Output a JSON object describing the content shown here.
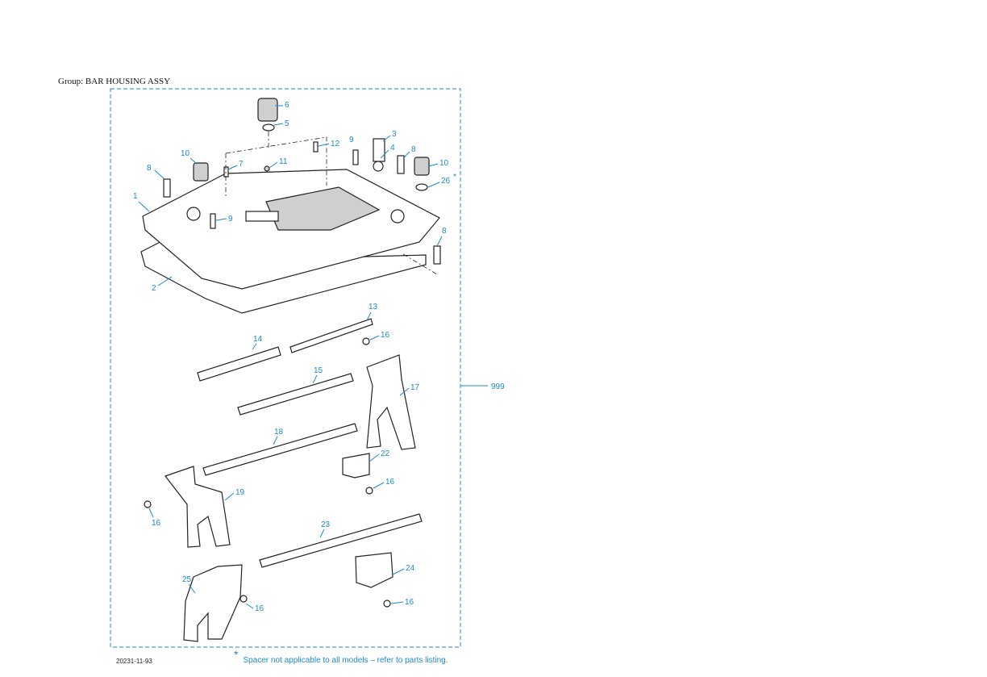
{
  "group_label": "Group: BAR HOUSING ASSY",
  "doc_id": "20231-11-93",
  "footnote": {
    "marker": "*",
    "text": "Spacer not applicable to all models – refer to parts listing."
  },
  "assembly_callout": "999",
  "callouts": {
    "c1": "1",
    "c2": "2",
    "c3": "3",
    "c4": "4",
    "c5": "5",
    "c6": "6",
    "c7": "7",
    "c8a": "8",
    "c8b": "8",
    "c8c": "8",
    "c9a": "9",
    "c9b": "9",
    "c10a": "10",
    "c10b": "10",
    "c11": "11",
    "c12": "12",
    "c13": "13",
    "c14": "14",
    "c15": "15",
    "c16a": "16",
    "c16b": "16",
    "c16c": "16",
    "c16d": "16",
    "c16e": "16",
    "c17": "17",
    "c18": "18",
    "c19": "19",
    "c22": "22",
    "c23": "23",
    "c24": "24",
    "c25": "25",
    "c26": "26",
    "star": "*"
  },
  "colors": {
    "callout": "#1a8ac6",
    "line_art": "#222222"
  }
}
